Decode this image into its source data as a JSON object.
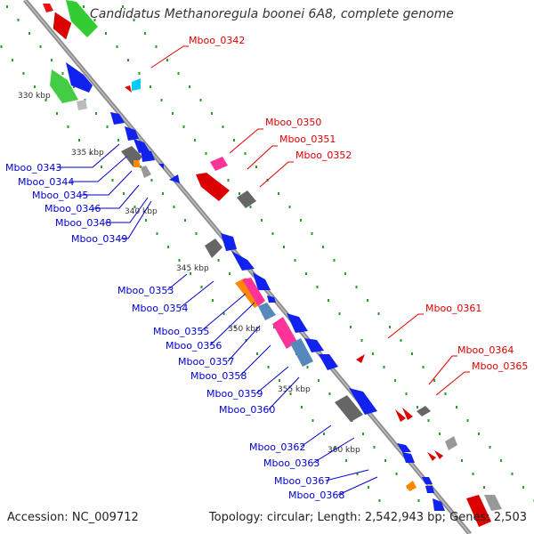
{
  "title": "Candidatus Methanoregula boonei 6A8, complete genome",
  "footer": {
    "accession": "Accession: NC_009712",
    "summary": "Topology: circular; Length: 2,542,943 bp; Genes: 2,503"
  },
  "scale_ticks": [
    "330 kbp",
    "335 kbp",
    "340 kbp",
    "345 kbp",
    "350 kbp",
    "355 kbp",
    "360 kbp"
  ],
  "left_labels": [
    "Mboo_0343",
    "Mboo_0344",
    "Mboo_0345",
    "Mboo_0346",
    "Mboo_0348",
    "Mboo_0349",
    "Mboo_0353",
    "Mboo_0354",
    "Mboo_0355",
    "Mboo_0356",
    "Mboo_0357",
    "Mboo_0358",
    "Mboo_0359",
    "Mboo_0360",
    "Mboo_0362",
    "Mboo_0363",
    "Mboo_0367",
    "Mboo_0368"
  ],
  "right_labels": [
    "Mboo_0342",
    "Mboo_0350",
    "Mboo_0351",
    "Mboo_0352",
    "Mboo_0361",
    "Mboo_0364",
    "Mboo_0365"
  ],
  "colors": {
    "forward_label": "#0000cc",
    "reverse_label": "#dd0000",
    "backbone": "#888888",
    "dotted_track": "#2a9d2a"
  }
}
